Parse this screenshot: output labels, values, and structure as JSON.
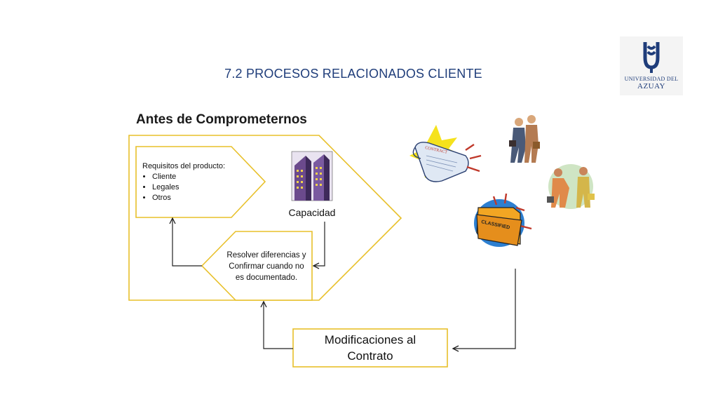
{
  "slide": {
    "title": "7.2 PROCESOS RELACIONADOS CLIENTE",
    "section_heading": "Antes de Comprometernos"
  },
  "logo": {
    "line1": "UNIVERSIDAD DEL",
    "line2": "AZUAY",
    "color": "#1f3d7a"
  },
  "diagram": {
    "requirements": {
      "heading": "Requisitos del producto:",
      "items": [
        "Cliente",
        "Legales",
        "Otros"
      ]
    },
    "capacity_label": "Capacidad",
    "resolve_text": [
      "Resolver diferencias y",
      "Confirmar cuando no",
      "es documentado."
    ],
    "modifications_text": [
      "Modificaciones al",
      "Contrato"
    ],
    "clipart": {
      "contract_label": "CONTRACT",
      "folder_label": "CLASSIFIED"
    },
    "accent_color": "#e8c02a"
  }
}
